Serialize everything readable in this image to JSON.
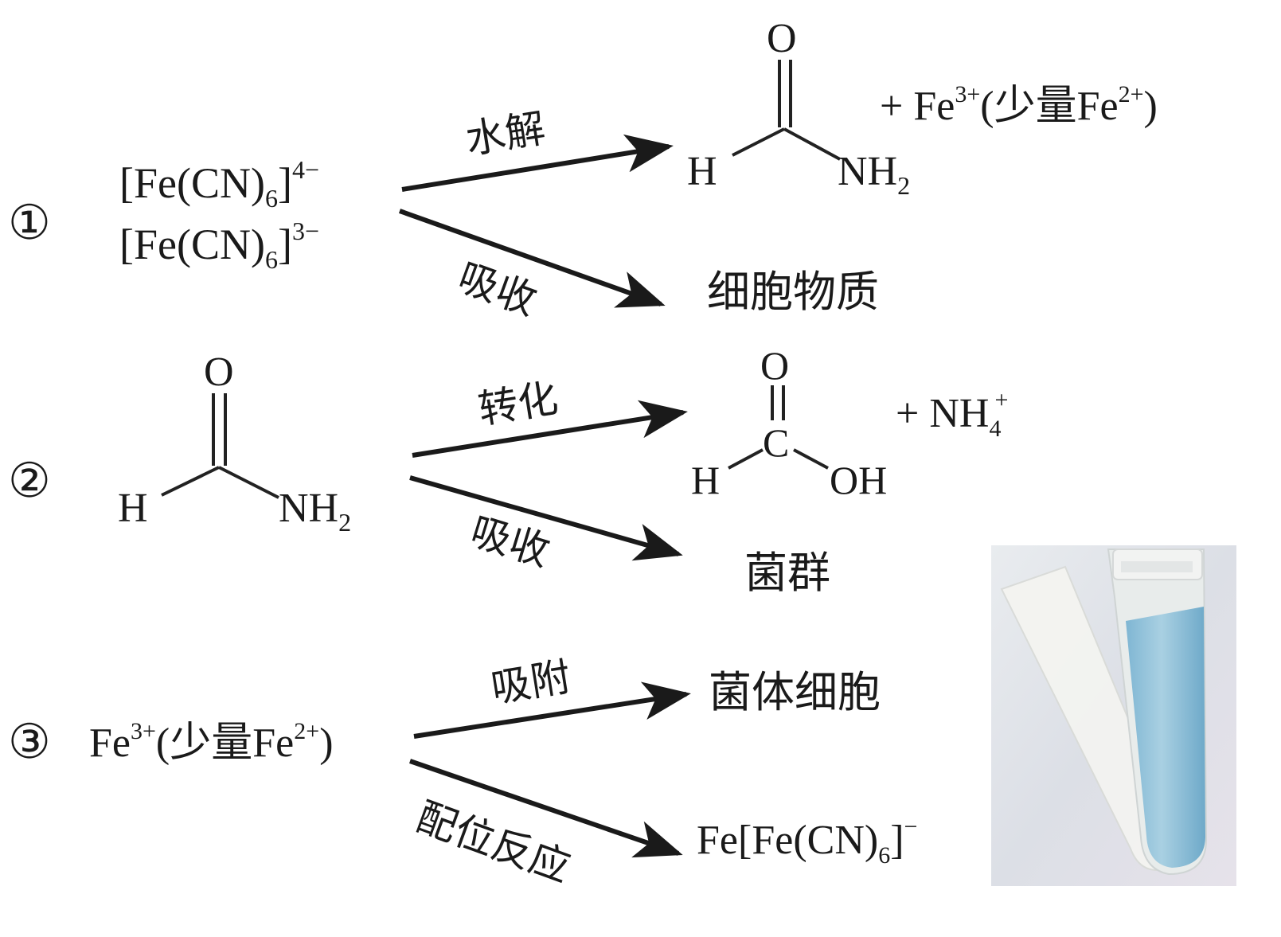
{
  "rows": [
    {
      "marker": "①",
      "reactant_lines": [
        "[Fe(CN)6]4−",
        "[Fe(CN)6]3−"
      ],
      "arrow_up_label": "水解",
      "arrow_down_label": "吸收",
      "product_up_extra": "+ Fe3+(少量Fe2+)",
      "product_down": "细胞物质"
    },
    {
      "marker": "②",
      "arrow_up_label": "转化",
      "arrow_down_label": "吸收",
      "product_up_extra": "+ NH4+",
      "product_down": "菌群"
    },
    {
      "marker": "③",
      "reactant": "Fe3+(少量Fe2+)",
      "arrow_up_label": "吸附",
      "arrow_down_label": "配位反应",
      "product_up": "菌体细胞",
      "product_down": "Fe[Fe(CN)6]−"
    }
  ],
  "molecules": {
    "formamide": {
      "O": "O",
      "H": "H",
      "N": "NH2"
    },
    "formic_acid": {
      "O": "O",
      "C": "C",
      "H": "H",
      "OH": "OH"
    }
  },
  "photo": {
    "liquid_color": "#9fc8dc",
    "tube_color": "#eef0ee"
  }
}
